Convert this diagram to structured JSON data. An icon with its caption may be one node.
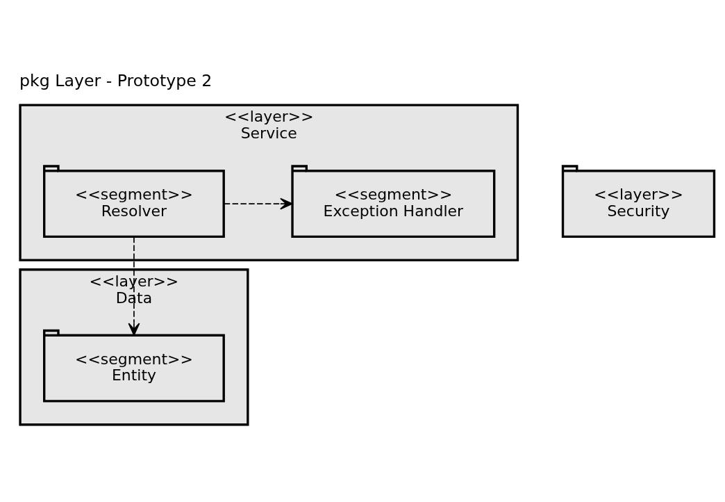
{
  "diagram": {
    "title": "pkg Layer - Prototype 2",
    "nodes": [
      {
        "text": [
          "<<layer>>",
          "Service"
        ]
      },
      {
        "text": [
          "<<segment>>",
          "Resolver"
        ],
        "in": 0
      },
      {
        "text": [
          "<<segment>>",
          "Exception Handler"
        ],
        "in": 0
      },
      {
        "text": [
          "<<layer>>",
          "Security"
        ]
      },
      {
        "text": [
          "<<layer>>",
          "Data"
        ]
      },
      {
        "text": [
          "<<segment>>",
          "Entity"
        ],
        "in": 4
      }
    ],
    "edges": [
      {
        "from": 1,
        "to": 2,
        "arrow": "to",
        "style": "dashed"
      },
      {
        "from": 1,
        "to": 5,
        "arrow": "to",
        "style": "dashed"
      }
    ]
  }
}
